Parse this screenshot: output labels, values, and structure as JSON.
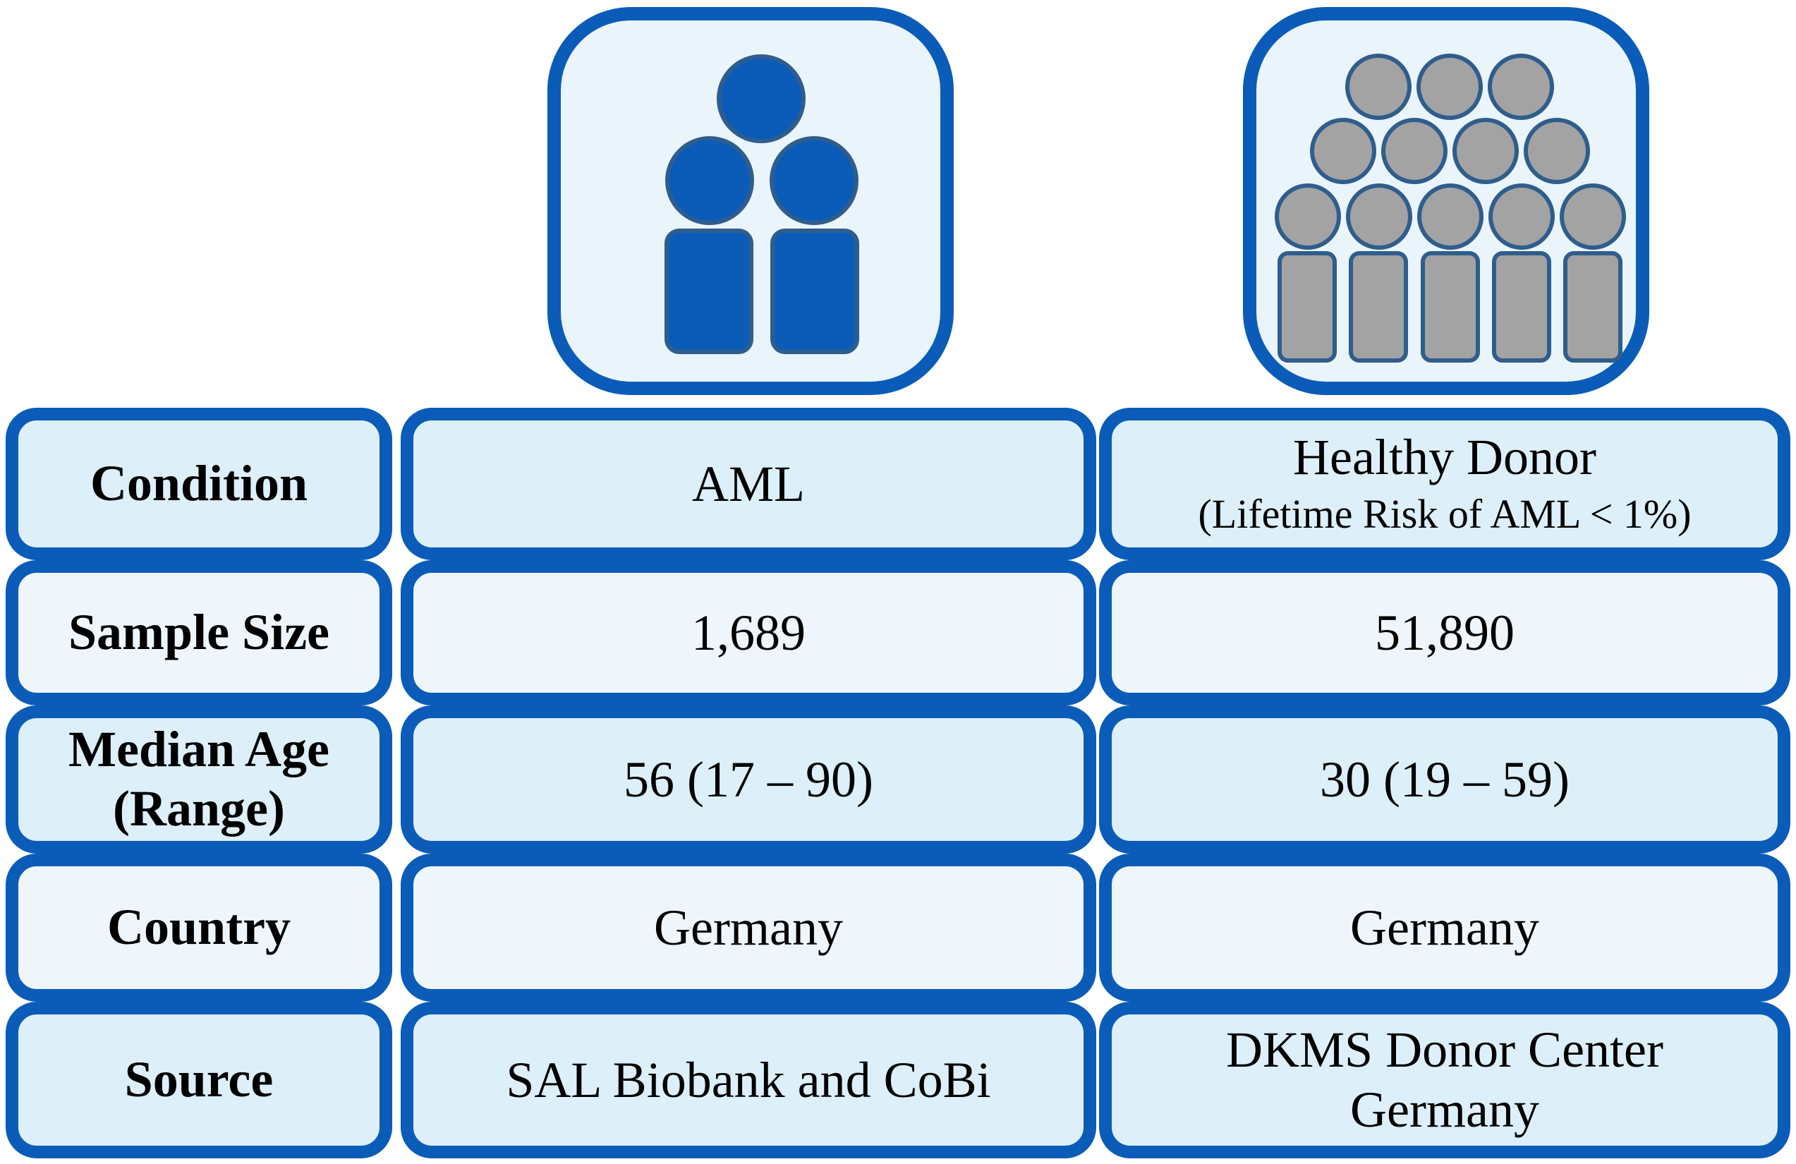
{
  "icons": {
    "aml_group": "aml-patients-icon",
    "healthy_group": "healthy-donors-icon",
    "colors": {
      "aml": "#0a5cb8",
      "healthy": "#a3a3a3",
      "outline": "#2f5d8c",
      "frame": "#0a5cb8",
      "fill": "#eaf4fb"
    }
  },
  "table": {
    "rows": [
      {
        "label": "Condition",
        "aml": "AML",
        "healthy": "Healthy Donor",
        "healthy_sub": "(Lifetime Risk of AML < 1%)"
      },
      {
        "label": "Sample Size",
        "aml": "1,689",
        "healthy": "51,890"
      },
      {
        "label_line1": "Median Age",
        "label_line2": "(Range)",
        "aml": "56 (17 – 90)",
        "healthy": "30 (19 – 59)"
      },
      {
        "label": "Country",
        "aml": "Germany",
        "healthy": "Germany"
      },
      {
        "label": "Source",
        "aml": "SAL Biobank and CoBi",
        "healthy_line1": "DKMS Donor Center",
        "healthy_line2": "Germany"
      }
    ]
  }
}
